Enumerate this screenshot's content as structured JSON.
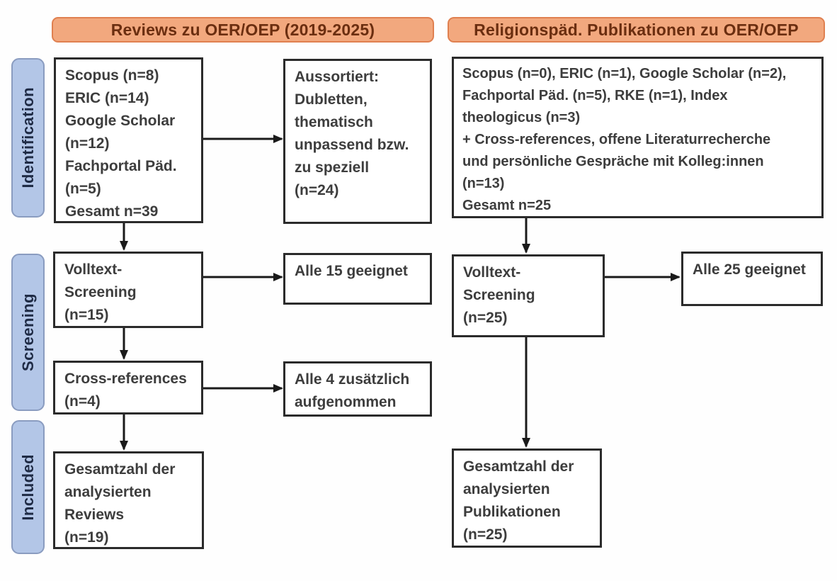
{
  "diagram": {
    "columns": {
      "left": {
        "header": "Reviews zu OER/OEP (2019-2025)"
      },
      "right": {
        "header": "Religionspäd. Publikationen zu OER/OEP"
      }
    },
    "stages": {
      "identification": "Identification",
      "screening": "Screening",
      "included": "Included"
    },
    "nodes": {
      "left_sources": "Scopus (n=8)\nERIC (n=14)\nGoogle Scholar\n(n=12)\nFachportal Päd.\n(n=5)\nGesamt n=39",
      "left_excluded": "Aussortiert:\nDubletten,\nthematisch\nunpassend bzw.\nzu speziell\n(n=24)",
      "right_sources": "Scopus (n=0), ERIC (n=1), Google Scholar (n=2),\nFachportal Päd. (n=5), RKE (n=1), Index\ntheologicus (n=3)\n+ Cross-references, offene Literaturrecherche\nund persönliche Gespräche mit Kolleg:innen\n(n=13)\nGesamt n=25",
      "left_fulltext": "Volltext-\nScreening\n(n=15)",
      "left_fulltext_result": "Alle 15 geeignet",
      "left_crossref": "Cross-references\n(n=4)",
      "left_crossref_result": "Alle 4 zusätzlich\naufgenommen",
      "right_fulltext": "Volltext-\nScreening\n(n=25)",
      "right_fulltext_result": "Alle 25 geeignet",
      "left_included": "Gesamtzahl der\nanalysierten\nReviews\n(n=19)",
      "right_included": "Gesamtzahl der\nanalysierten\nPublikationen\n(n=25)"
    },
    "colors": {
      "header_fill": "#F2A87E",
      "header_border": "#E08050",
      "header_text": "#6B2E10",
      "stage_fill": "#B3C6E7",
      "stage_border": "#8A9CC0",
      "stage_text": "#1F2B45",
      "box_border": "#2B2B2B",
      "box_text": "#3D3D3D",
      "arrow": "#1A1A1A",
      "background": "#FFFFFF"
    }
  }
}
